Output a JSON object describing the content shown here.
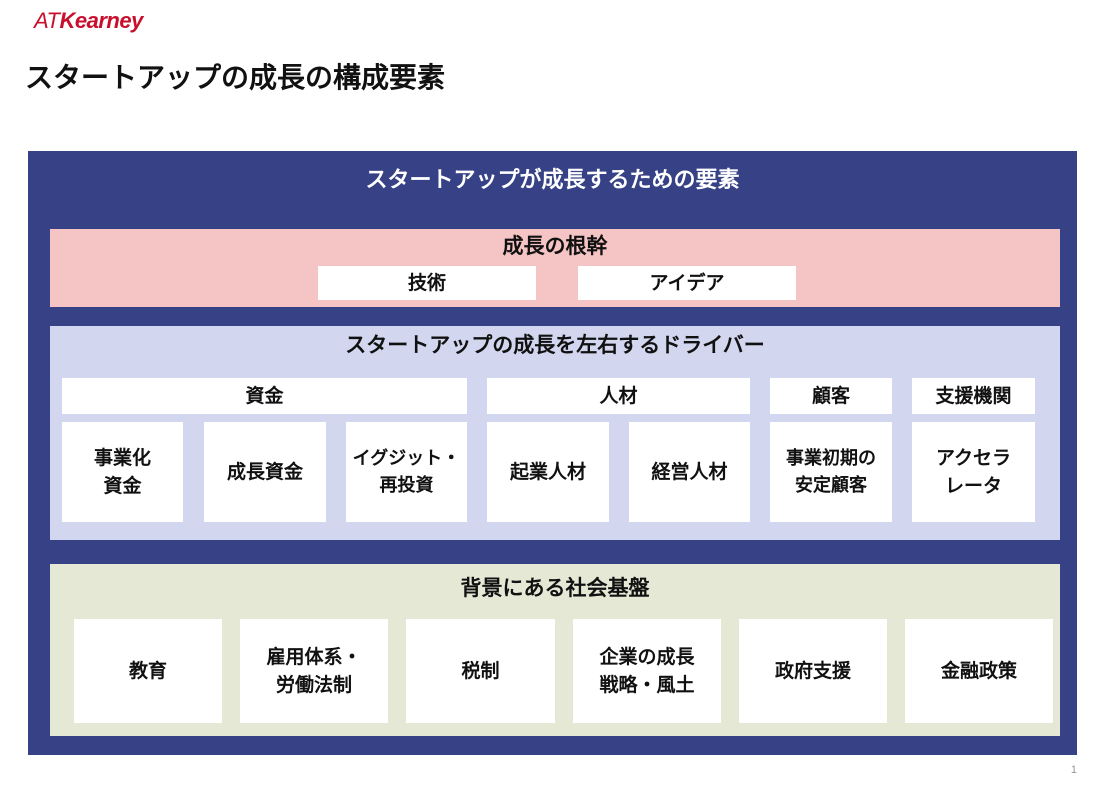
{
  "logo": {
    "part1": "AT",
    "part2": "Kearney"
  },
  "page_title": "スタートアップの成長の構成要素",
  "outer_title": "スタートアップが成長するための要素",
  "roots": {
    "title": "成長の根幹",
    "items": [
      "技術",
      "アイデア"
    ]
  },
  "drivers": {
    "title": "スタートアップの成長を左右するドライバー",
    "groups": [
      {
        "label": "資金",
        "items": [
          "事業化\n資金",
          "成長資金",
          "イグジット・\n再投資"
        ]
      },
      {
        "label": "人材",
        "items": [
          "起業人材",
          "経営人材"
        ]
      },
      {
        "label": "顧客",
        "items": [
          "事業初期の\n安定顧客"
        ]
      },
      {
        "label": "支援機関",
        "items": [
          "アクセラ\nレータ"
        ]
      }
    ]
  },
  "infra": {
    "title": "背景にある社会基盤",
    "items": [
      "教育",
      "雇用体系・\n労働法制",
      "税制",
      "企業の成長\n戦略・風土",
      "政府支援",
      "金融政策"
    ]
  },
  "page_number": "1",
  "colors": {
    "outer": "#364186",
    "roots_band": "#f5c4c4",
    "drivers_band": "#d2d6ef",
    "infra_band": "#e6e8d6",
    "logo": "#c8102e"
  }
}
